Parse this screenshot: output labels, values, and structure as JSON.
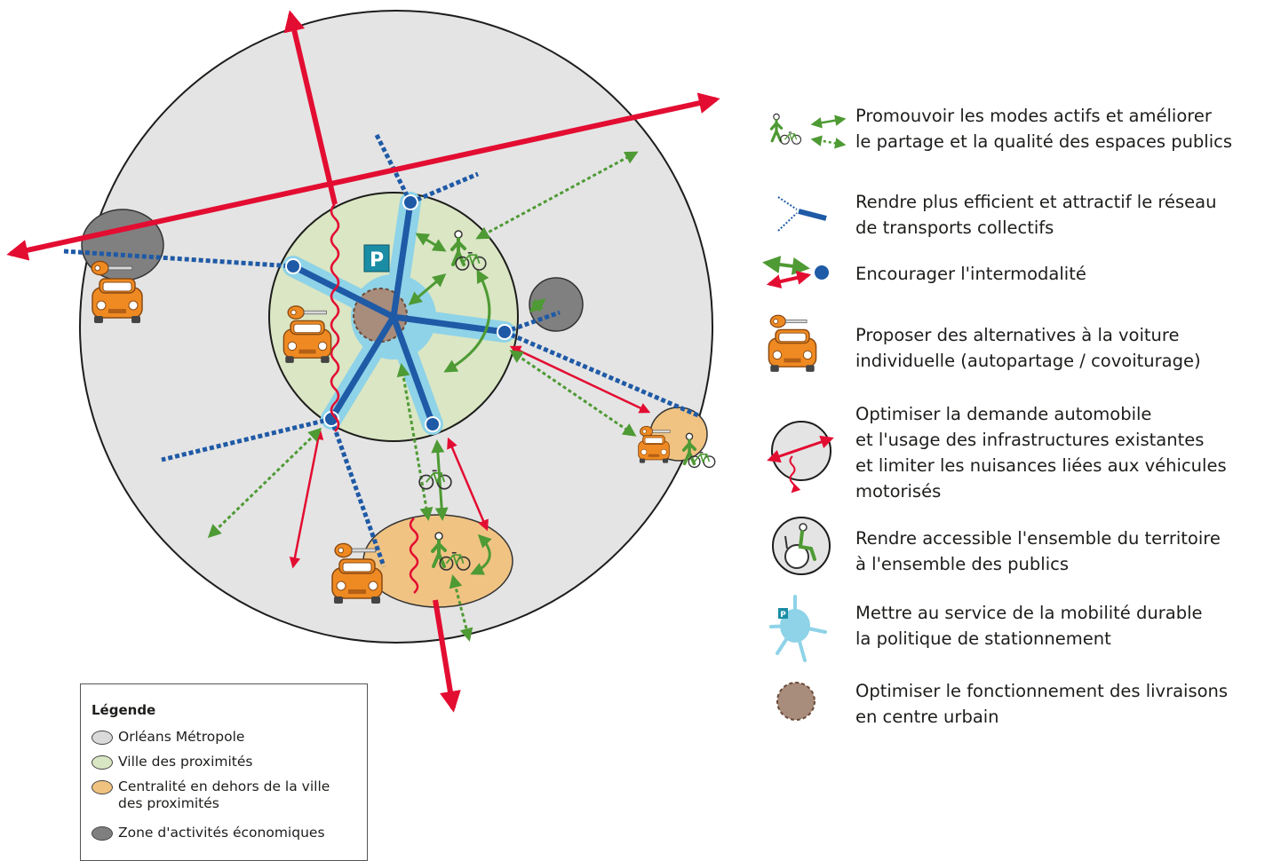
{
  "legend_items": [
    {
      "icon": "walk-bike-icon",
      "text": "Promouvoir les modes actifs et améliorer\nle partage et la qualité des espaces publics"
    },
    {
      "icon": "transit-line-icon",
      "text": "Rendre plus efficient et attractif le réseau\nde transports collectifs"
    },
    {
      "icon": "intermodal-icon",
      "text": "Encourager l'intermodalité"
    },
    {
      "icon": "carshare-icon",
      "text": "Proposer des alternatives à la voiture\nindividuelle (autopartage / covoiturage)"
    },
    {
      "icon": "traffic-optimise-icon",
      "text": "Optimiser la demande automobile\net l'usage des infrastructures existantes\net limiter les nuisances liées aux véhicules\nmotorisés"
    },
    {
      "icon": "wheelchair-icon",
      "text": "Rendre accessible l'ensemble du territoire\nà l'ensemble des publics"
    },
    {
      "icon": "parking-icon",
      "text": "Mettre au service de la mobilité durable\nla politique de stationnement"
    },
    {
      "icon": "delivery-zone-icon",
      "text": "Optimiser le fonctionnement des livraisons\nen centre urbain"
    }
  ],
  "key": {
    "title": "Légende",
    "items": [
      {
        "label": "Orléans Métropole",
        "color": "#dadada"
      },
      {
        "label": "Ville des proximités",
        "color": "#d9e6c3"
      },
      {
        "label": "Centralité en dehors de la ville\ndes proximités",
        "color": "#f0c27f"
      },
      {
        "label": "Zone d'activités économiques",
        "color": "#7f7f7f"
      }
    ]
  },
  "map": {
    "parking_symbol": "P",
    "colors": {
      "metropole": "#e4e4e4",
      "proximite": "#dae6c4",
      "centralite": "#f0c383",
      "zae": "#808080",
      "transit": "#1f5aa6",
      "road": "#e30d32",
      "active": "#4e9a34",
      "parking_halo": "#8ed3e8",
      "delivery": "#a88c7c",
      "car": "#ef8a22"
    }
  }
}
